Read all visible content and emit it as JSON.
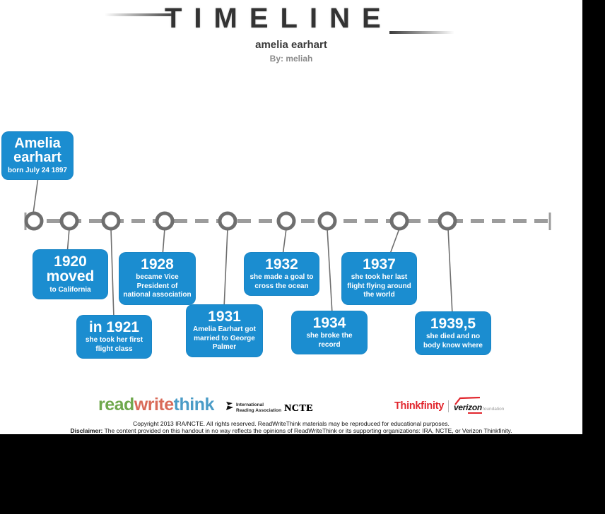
{
  "header": {
    "title": "TIMELINE",
    "subtitle": "amelia earhart",
    "byline": "By: meliah"
  },
  "timeline": {
    "events": [
      {
        "title": "Amelia earhart",
        "detail": "born July 24 1897"
      },
      {
        "title": "1920 moved",
        "detail": "to California"
      },
      {
        "title": "in 1921",
        "detail": "she took her first flight class"
      },
      {
        "title": "1928",
        "detail": "became Vice President of national association"
      },
      {
        "title": "1931",
        "detail": "Amelia Earhart  got married to George Palmer"
      },
      {
        "title": "1932",
        "detail": "she made a goal to cross the ocean"
      },
      {
        "title": "1934",
        "detail": "she broke the record"
      },
      {
        "title": "1937",
        "detail": "she took her last flight flying around the world"
      },
      {
        "title": "1939,5",
        "detail": "she died and no body know where"
      }
    ]
  },
  "footer": {
    "rwt_read": "read",
    "rwt_write": "write",
    "rwt_think": "think",
    "ira_line1": "International",
    "ira_line2": "Reading Association",
    "ncte": "NCTE",
    "thinkfinity": "Thinkfinity",
    "verizon_veri": "veri",
    "verizon_zon": "zon",
    "verizon_foundation": "foundation",
    "copyright": "Copyright 2013 IRA/NCTE. All rights reserved. ReadWriteThink materials may be reproduced for educational purposes.",
    "disclaimer_label": "Disclaimer:",
    "disclaimer_text": " The content provided on this handout in no way reflects the opinions of ReadWriteThink or its supporting organizations: IRA, NCTE, or Verizon Thinkfinity."
  },
  "colors": {
    "accent-blue": "#1b8dd0",
    "node-stroke": "#6e6e6e",
    "dash-gray": "#9c9c9c",
    "connector-gray": "#6e6e6e",
    "title-dark": "#333333",
    "byline-gray": "#8a8a8a",
    "rwt-green": "#6fa84d",
    "rwt-red": "#d96a58",
    "rwt-blue": "#4a9cc7",
    "thinkfinity-red": "#e1262d",
    "verizon-red": "#e1262d"
  }
}
